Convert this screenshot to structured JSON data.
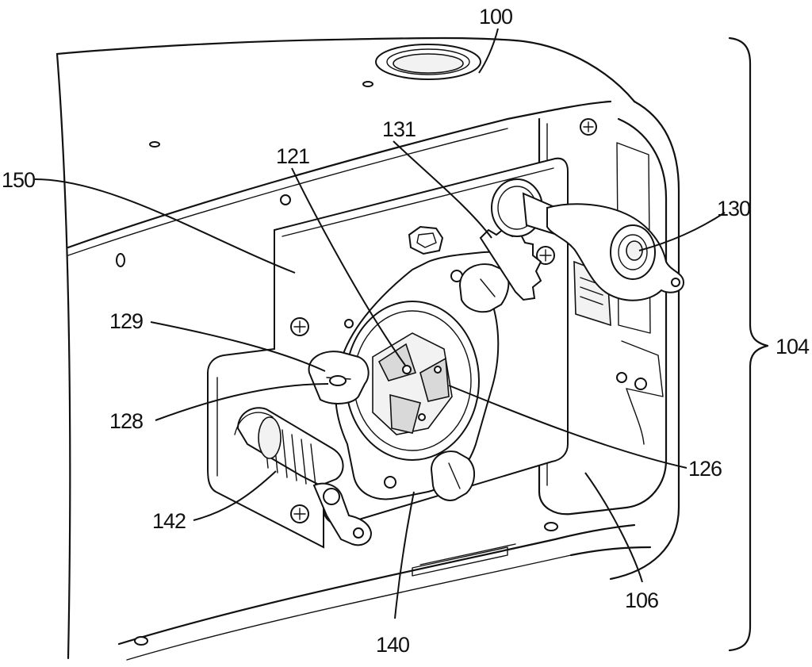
{
  "figure": {
    "reference_labels": {
      "r100": "100",
      "r104": "104",
      "r106": "106",
      "r121": "121",
      "r126": "126",
      "r128": "128",
      "r129": "129",
      "r130": "130",
      "r131": "131",
      "r140": "140",
      "r142": "142",
      "r150": "150"
    }
  }
}
